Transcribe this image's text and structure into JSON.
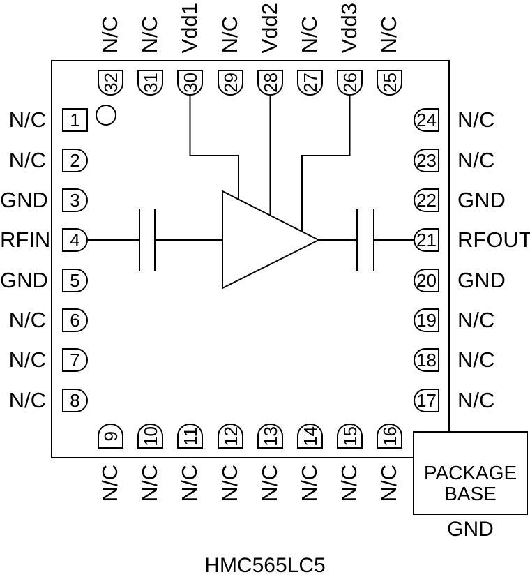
{
  "title": "HMC565LC5",
  "colors": {
    "line": "#000000",
    "background": "#ffffff",
    "text": "#000000"
  },
  "pin1_marker": "circle",
  "schematic": {
    "amplifier": "triangle-amplifier",
    "input_capacitor": "series-capacitor",
    "output_capacitor": "series-capacitor"
  },
  "pins": {
    "top": [
      {
        "number": "32",
        "label": "N/C"
      },
      {
        "number": "31",
        "label": "N/C"
      },
      {
        "number": "30",
        "label": "Vdd1"
      },
      {
        "number": "29",
        "label": "N/C"
      },
      {
        "number": "28",
        "label": "Vdd2"
      },
      {
        "number": "27",
        "label": "N/C"
      },
      {
        "number": "26",
        "label": "Vdd3"
      },
      {
        "number": "25",
        "label": "N/C"
      }
    ],
    "left": [
      {
        "number": "1",
        "label": "N/C"
      },
      {
        "number": "2",
        "label": "N/C"
      },
      {
        "number": "3",
        "label": "GND"
      },
      {
        "number": "4",
        "label": "RFIN"
      },
      {
        "number": "5",
        "label": "GND"
      },
      {
        "number": "6",
        "label": "N/C"
      },
      {
        "number": "7",
        "label": "N/C"
      },
      {
        "number": "8",
        "label": "N/C"
      }
    ],
    "right": [
      {
        "number": "24",
        "label": "N/C"
      },
      {
        "number": "23",
        "label": "N/C"
      },
      {
        "number": "22",
        "label": "GND"
      },
      {
        "number": "21",
        "label": "RFOUT"
      },
      {
        "number": "20",
        "label": "GND"
      },
      {
        "number": "19",
        "label": "N/C"
      },
      {
        "number": "18",
        "label": "N/C"
      },
      {
        "number": "17",
        "label": "N/C"
      }
    ],
    "bottom": [
      {
        "number": "9",
        "label": "N/C"
      },
      {
        "number": "10",
        "label": "N/C"
      },
      {
        "number": "11",
        "label": "N/C"
      },
      {
        "number": "12",
        "label": "N/C"
      },
      {
        "number": "13",
        "label": "N/C"
      },
      {
        "number": "14",
        "label": "N/C"
      },
      {
        "number": "15",
        "label": "N/C"
      },
      {
        "number": "16",
        "label": "N/C"
      }
    ]
  },
  "package_base": {
    "line1": "PACKAGE",
    "line2": "BASE",
    "ground_label": "GND"
  }
}
